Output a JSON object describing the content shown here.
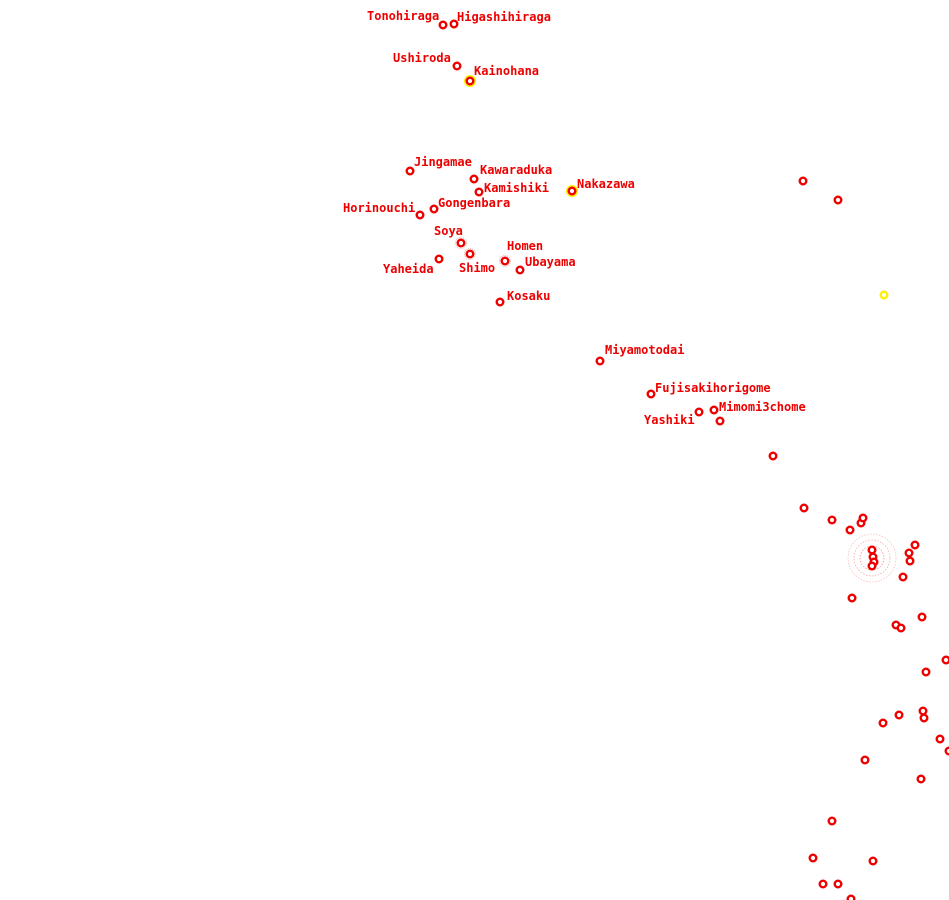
{
  "map": {
    "colors": {
      "marker": "#ee0000",
      "marker_fill": "#ffffff",
      "highlight": "#ffee00",
      "label": "#ee0000",
      "cluster": "#ee0000"
    },
    "labeled_stations": [
      {
        "name": "Tonohiraga"
      },
      {
        "name": "Higashihiraga"
      },
      {
        "name": "Ushiroda"
      },
      {
        "name": "Kainohana",
        "highlight": true
      },
      {
        "name": "Jingamae"
      },
      {
        "name": "Kawaraduka"
      },
      {
        "name": "Kamishiki"
      },
      {
        "name": "Nakazawa",
        "highlight": true
      },
      {
        "name": "Horinouchi"
      },
      {
        "name": "Gongenbara"
      },
      {
        "name": "Soya"
      },
      {
        "name": "Homen"
      },
      {
        "name": "Shimo"
      },
      {
        "name": "Ubayama"
      },
      {
        "name": "Yaheida"
      },
      {
        "name": "Kosaku"
      },
      {
        "name": "Miyamotodai"
      },
      {
        "name": "Fujisakihorigome"
      },
      {
        "name": "Mimomi3chome"
      },
      {
        "name": "Yashiki"
      }
    ]
  }
}
